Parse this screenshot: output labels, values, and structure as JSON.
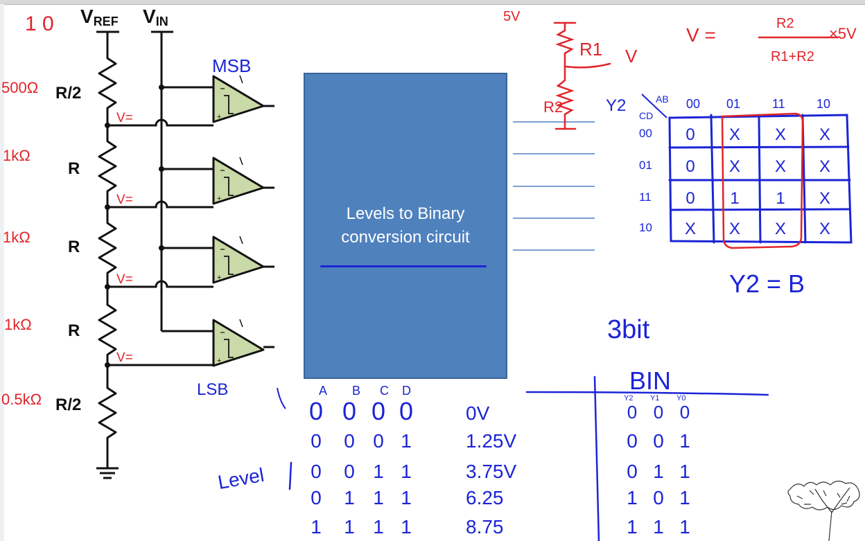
{
  "circuit": {
    "vref_main": "V",
    "vref_sub": "REF",
    "vin_main": "V",
    "vin_sub": "IN",
    "resistors": [
      "R/2",
      "R",
      "R",
      "R",
      "R/2"
    ],
    "comparator_symbol": "+"
  },
  "block": {
    "line1": "Levels to Binary",
    "line2": "conversion circuit"
  },
  "notes": {
    "ten": "1 0",
    "res_values": [
      "500Ω",
      "1kΩ",
      "1kΩ",
      "1kΩ",
      "0.5kΩ"
    ],
    "node_labels": [
      "V=",
      "V=",
      "V=",
      "V="
    ],
    "msb": "MSB",
    "lsb": "LSB",
    "divider_5v": "5V",
    "divider_r1": "R1",
    "divider_v": "V",
    "divider_r2": "R2",
    "formula_v": "V =",
    "formula_num": "R2",
    "formula_den": "R1+R2",
    "formula_tail": "×5V",
    "kmap_ab": "AB",
    "kmap_cd": "CD",
    "kmap_y2": "Y2",
    "kmap_cols": [
      "00",
      "01",
      "11",
      "10"
    ],
    "kmap_rows": [
      "00",
      "01",
      "11",
      "10"
    ],
    "kmap_cells": [
      [
        "0",
        "X",
        "X",
        "X"
      ],
      [
        "0",
        "X",
        "X",
        "X"
      ],
      [
        "0",
        "1",
        "1",
        "X"
      ],
      [
        "X",
        "X",
        "X",
        "X"
      ]
    ],
    "kmap_result": "Y2 = B",
    "three_bit": "3bit",
    "bin_header": "BIN",
    "bin_sub": [
      "Y2",
      "Y1",
      "Y0"
    ],
    "abcd_header": [
      "A",
      "B",
      "C",
      "D"
    ],
    "level_word": "Level",
    "truth_rows": [
      {
        "abcd": [
          "0",
          "0",
          "0",
          "0"
        ],
        "volt": "0V",
        "bin": [
          "0",
          "0",
          "0"
        ]
      },
      {
        "abcd": [
          "0",
          "0",
          "0",
          "1"
        ],
        "volt": "1.25V",
        "bin": [
          "0",
          "0",
          "1"
        ]
      },
      {
        "abcd": [
          "0",
          "0",
          "1",
          "1"
        ],
        "volt": "3.75V",
        "bin": [
          "0",
          "1",
          "1"
        ]
      },
      {
        "abcd": [
          "0",
          "1",
          "1",
          "1"
        ],
        "volt": "6.25",
        "bin": [
          "1",
          "0",
          "1"
        ]
      },
      {
        "abcd": [
          "1",
          "1",
          "1",
          "1"
        ],
        "volt": "8.75",
        "bin": [
          "1",
          "1",
          "1"
        ]
      }
    ]
  },
  "colors": {
    "ink_red": "#e0242a",
    "ink_blue": "#1b24d6",
    "comparator_fill": "#c9d9a7",
    "block_fill": "#4f81bd"
  }
}
